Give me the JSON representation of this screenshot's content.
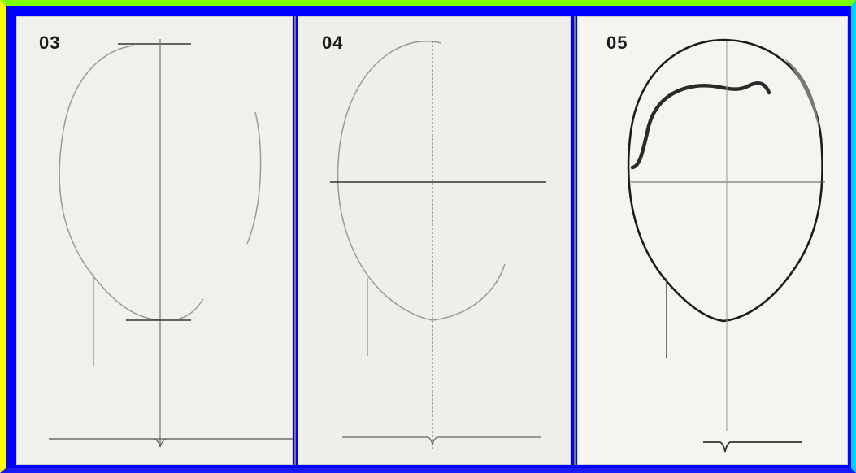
{
  "panels": [
    {
      "number": "03"
    },
    {
      "number": "04"
    },
    {
      "number": "05"
    }
  ],
  "colors": {
    "border_blue": "#0000ff",
    "paper": "#f1f0ec",
    "pencil": "#8a8a8a",
    "ink": "#1b1b1b"
  }
}
